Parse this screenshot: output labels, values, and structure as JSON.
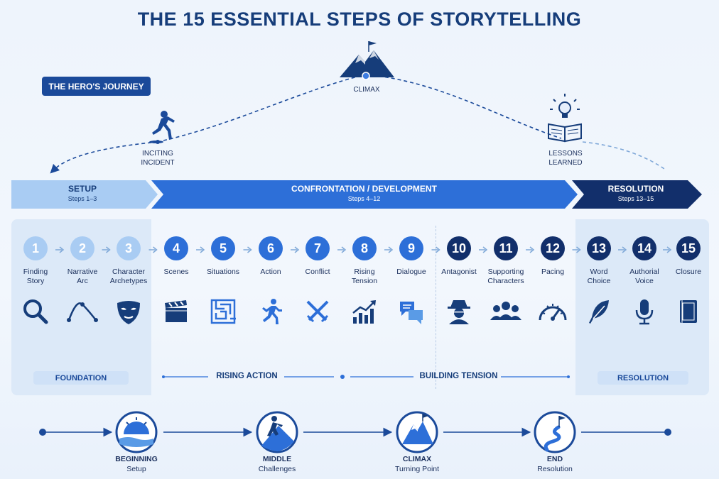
{
  "title": "THE 15 ESSENTIAL STEPS OF STORYTELLING",
  "hero_badge": "THE HERO'S JOURNEY",
  "arc": {
    "inciting_line1": "INCITING",
    "inciting_line2": "INCIDENT",
    "climax": "CLIMAX",
    "lessons_line1": "LESSONS",
    "lessons_line2": "LEARNED"
  },
  "phases": {
    "setup": {
      "title": "SETUP",
      "steps": "Steps 1–3"
    },
    "confrontation": {
      "title": "CONFRONTATION / DEVELOPMENT",
      "steps": "Steps 4–12"
    },
    "resolution": {
      "title": "RESOLUTION",
      "steps": "Steps 13–15"
    }
  },
  "steps": [
    {
      "num": "1",
      "line1": "Finding",
      "line2": "Story",
      "icon": "magnifier-icon"
    },
    {
      "num": "2",
      "line1": "Narrative",
      "line2": "Arc",
      "icon": "arc-curve-icon"
    },
    {
      "num": "3",
      "line1": "Character",
      "line2": "Archetypes",
      "icon": "mask-icon"
    },
    {
      "num": "4",
      "line1": "Scenes",
      "line2": "",
      "icon": "clapperboard-icon"
    },
    {
      "num": "5",
      "line1": "Situations",
      "line2": "",
      "icon": "maze-icon"
    },
    {
      "num": "6",
      "line1": "Action",
      "line2": "",
      "icon": "running-figure-icon"
    },
    {
      "num": "7",
      "line1": "Conflict",
      "line2": "",
      "icon": "crossed-swords-icon"
    },
    {
      "num": "8",
      "line1": "Rising",
      "line2": "Tension",
      "icon": "rising-chart-icon"
    },
    {
      "num": "9",
      "line1": "Dialogue",
      "line2": "",
      "icon": "speech-bubbles-icon"
    },
    {
      "num": "10",
      "line1": "Antagonist",
      "line2": "",
      "icon": "spy-icon"
    },
    {
      "num": "11",
      "line1": "Supporting",
      "line2": "Characters",
      "icon": "group-icon"
    },
    {
      "num": "12",
      "line1": "Pacing",
      "line2": "",
      "icon": "speedometer-icon"
    },
    {
      "num": "13",
      "line1": "Word",
      "line2": "Choice",
      "icon": "feather-icon"
    },
    {
      "num": "14",
      "line1": "Authorial",
      "line2": "Voice",
      "icon": "microphone-icon"
    },
    {
      "num": "15",
      "line1": "Closure",
      "line2": "",
      "icon": "closed-book-icon"
    }
  ],
  "sections": {
    "foundation": "FOUNDATION",
    "rising_action": "RISING ACTION",
    "building_tension": "BUILDING TENSION",
    "resolution": "RESOLUTION"
  },
  "timeline": [
    {
      "title": "BEGINNING",
      "sub": "Setup",
      "icon": "sunrise-icon"
    },
    {
      "title": "MIDDLE",
      "sub": "Challenges",
      "icon": "climber-icon"
    },
    {
      "title": "CLIMAX",
      "sub": "Turning Point",
      "icon": "mountain-icon"
    },
    {
      "title": "END",
      "sub": "Resolution",
      "icon": "winding-path-flag-icon"
    }
  ],
  "colors": {
    "light": "#a9ccf3",
    "mid": "#5a9be6",
    "blue": "#2d6fd8",
    "navy": "#122f6b"
  }
}
